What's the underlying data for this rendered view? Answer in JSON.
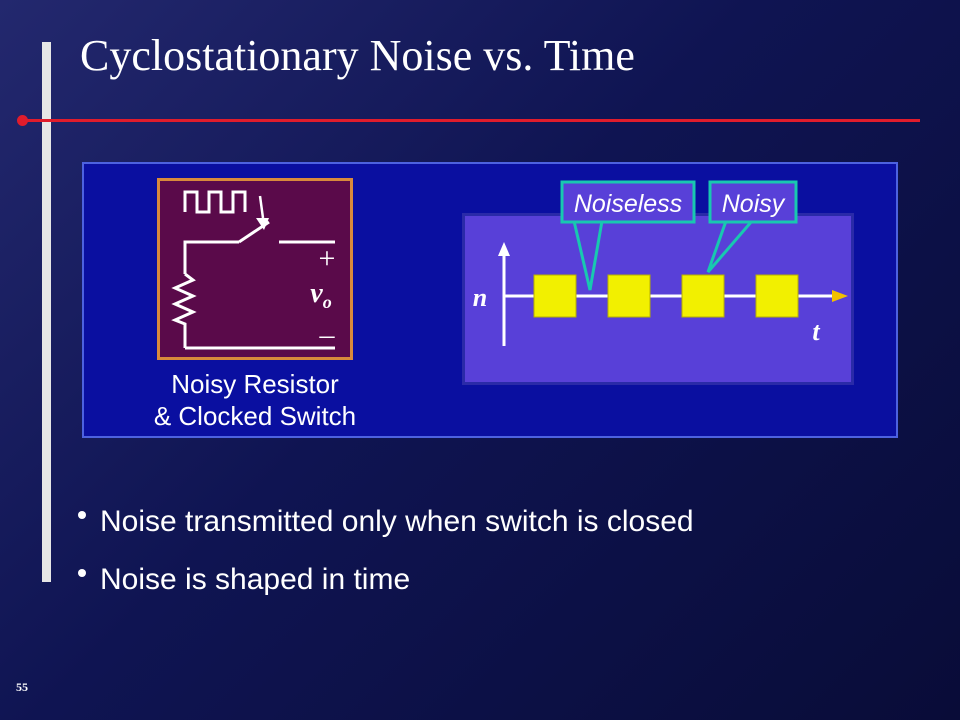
{
  "slide": {
    "title": "Cyclostationary Noise vs. Time",
    "number": "55"
  },
  "circuit": {
    "plus_label": "+",
    "output_label": "v",
    "output_subscript": "o",
    "minus_label": "–",
    "caption_lines": [
      "Noisy Resistor",
      "& Clocked Switch"
    ]
  },
  "plot": {
    "y_label": "n",
    "x_label": "t",
    "callouts": {
      "noiseless": "Noiseless",
      "noisy": "Noisy"
    },
    "pulse_count": 4
  },
  "bullets": [
    "Noise transmitted only when switch is closed",
    "Noise is shaped in time"
  ],
  "colors": {
    "background": "#0f1452",
    "title_rule": "#e01c2c",
    "figure_panel": "#0a0fa0",
    "circuit_fill": "#5a0a4a",
    "circuit_border": "#d88a3c",
    "plot_fill": "#5840d8",
    "pulse_fill": "#f2f000",
    "callout_fill": "#5840d8",
    "callout_border": "#18c8b0"
  }
}
